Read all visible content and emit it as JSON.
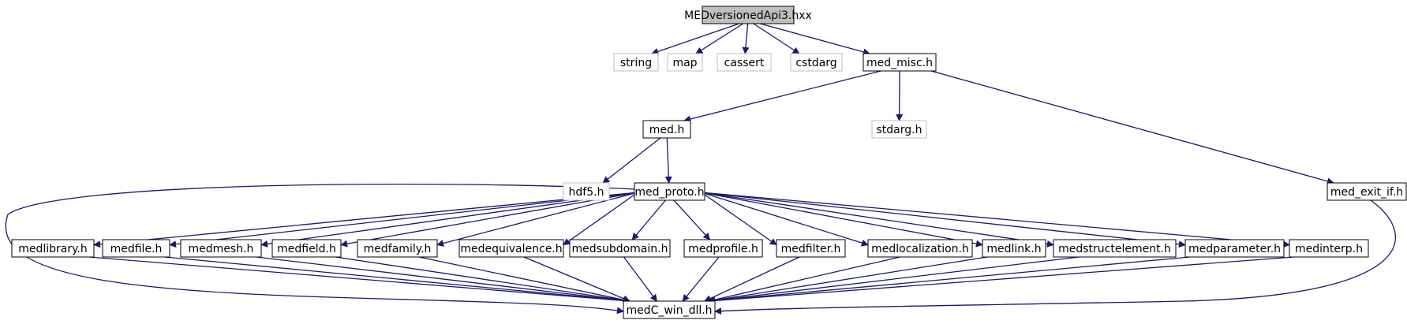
{
  "graph": {
    "root": "MEDversionedApi3.hxx",
    "nodes": [
      {
        "id": "root",
        "label": "MEDversionedApi3.hxx",
        "style": "root"
      },
      {
        "id": "string",
        "label": "string",
        "style": "external"
      },
      {
        "id": "map",
        "label": "map",
        "style": "external"
      },
      {
        "id": "cassert",
        "label": "cassert",
        "style": "external"
      },
      {
        "id": "cstdarg",
        "label": "cstdarg",
        "style": "external"
      },
      {
        "id": "med_misc",
        "label": "med_misc.h",
        "style": "normal"
      },
      {
        "id": "med",
        "label": "med.h",
        "style": "normal"
      },
      {
        "id": "stdarg",
        "label": "stdarg.h",
        "style": "external"
      },
      {
        "id": "hdf5",
        "label": "hdf5.h",
        "style": "external"
      },
      {
        "id": "med_proto",
        "label": "med_proto.h",
        "style": "normal"
      },
      {
        "id": "med_exit_if",
        "label": "med_exit_if.h",
        "style": "normal"
      },
      {
        "id": "medlibrary",
        "label": "medlibrary.h",
        "style": "normal"
      },
      {
        "id": "medfile",
        "label": "medfile.h",
        "style": "normal"
      },
      {
        "id": "medmesh",
        "label": "medmesh.h",
        "style": "normal"
      },
      {
        "id": "medfield",
        "label": "medfield.h",
        "style": "normal"
      },
      {
        "id": "medfamily",
        "label": "medfamily.h",
        "style": "normal"
      },
      {
        "id": "medequivalence",
        "label": "medequivalence.h",
        "style": "normal"
      },
      {
        "id": "medsubdomain",
        "label": "medsubdomain.h",
        "style": "normal"
      },
      {
        "id": "medprofile",
        "label": "medprofile.h",
        "style": "normal"
      },
      {
        "id": "medfilter",
        "label": "medfilter.h",
        "style": "normal"
      },
      {
        "id": "medlocalization",
        "label": "medlocalization.h",
        "style": "normal"
      },
      {
        "id": "medlink",
        "label": "medlink.h",
        "style": "normal"
      },
      {
        "id": "medstructelement",
        "label": "medstructelement.h",
        "style": "normal"
      },
      {
        "id": "medparameter",
        "label": "medparameter.h",
        "style": "normal"
      },
      {
        "id": "medinterp",
        "label": "medinterp.h",
        "style": "normal"
      },
      {
        "id": "medC_win_dll",
        "label": "medC_win_dll.h",
        "style": "normal"
      }
    ],
    "edges": [
      [
        "root",
        "string"
      ],
      [
        "root",
        "map"
      ],
      [
        "root",
        "cassert"
      ],
      [
        "root",
        "cstdarg"
      ],
      [
        "root",
        "med_misc"
      ],
      [
        "med_misc",
        "med"
      ],
      [
        "med_misc",
        "stdarg"
      ],
      [
        "med_misc",
        "med_exit_if"
      ],
      [
        "med",
        "hdf5"
      ],
      [
        "med",
        "med_proto"
      ],
      [
        "med_proto",
        "medC_win_dll"
      ],
      [
        "med_proto",
        "medlibrary"
      ],
      [
        "med_proto",
        "medfile"
      ],
      [
        "med_proto",
        "medmesh"
      ],
      [
        "med_proto",
        "medfield"
      ],
      [
        "med_proto",
        "medfamily"
      ],
      [
        "med_proto",
        "medequivalence"
      ],
      [
        "med_proto",
        "medsubdomain"
      ],
      [
        "med_proto",
        "medprofile"
      ],
      [
        "med_proto",
        "medfilter"
      ],
      [
        "med_proto",
        "medlocalization"
      ],
      [
        "med_proto",
        "medlink"
      ],
      [
        "med_proto",
        "medstructelement"
      ],
      [
        "med_proto",
        "medparameter"
      ],
      [
        "med_proto",
        "medinterp"
      ],
      [
        "medlibrary",
        "medC_win_dll"
      ],
      [
        "medfile",
        "medC_win_dll"
      ],
      [
        "medmesh",
        "medC_win_dll"
      ],
      [
        "medfield",
        "medC_win_dll"
      ],
      [
        "medfamily",
        "medC_win_dll"
      ],
      [
        "medequivalence",
        "medC_win_dll"
      ],
      [
        "medsubdomain",
        "medC_win_dll"
      ],
      [
        "medprofile",
        "medC_win_dll"
      ],
      [
        "medfilter",
        "medC_win_dll"
      ],
      [
        "medlocalization",
        "medC_win_dll"
      ],
      [
        "medlink",
        "medC_win_dll"
      ],
      [
        "medstructelement",
        "medC_win_dll"
      ],
      [
        "medparameter",
        "medC_win_dll"
      ],
      [
        "medinterp",
        "medC_win_dll"
      ],
      [
        "med_exit_if",
        "medC_win_dll"
      ]
    ],
    "colors": {
      "edge": "#191970",
      "root_fill": "#bfbfbf",
      "node_border": "#000000",
      "external_border": "#bfbfbf",
      "text": "#000000"
    }
  }
}
